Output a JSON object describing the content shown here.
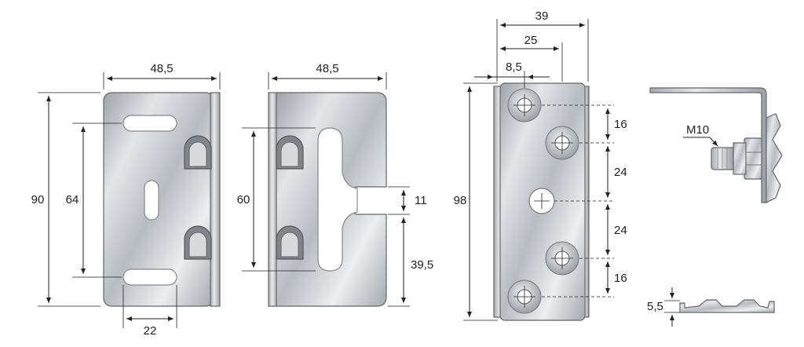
{
  "drawing": {
    "views": {
      "bracket_front": {
        "width": "48,5",
        "height": "90",
        "slot_spacing": "64",
        "slot_length": "22"
      },
      "bracket_side": {
        "width": "48,5",
        "height": "60",
        "slot_width": "11",
        "lower_height": "39,5"
      },
      "plate": {
        "width": "39",
        "hole_offset": "25",
        "edge_offset": "8,5",
        "height": "98",
        "pitch_1": "16",
        "pitch_2": "24",
        "pitch_3": "24",
        "pitch_4": "16"
      },
      "profile_side": {
        "thread_label": "M10"
      },
      "profile_bottom": {
        "thickness": "5,5"
      }
    }
  }
}
